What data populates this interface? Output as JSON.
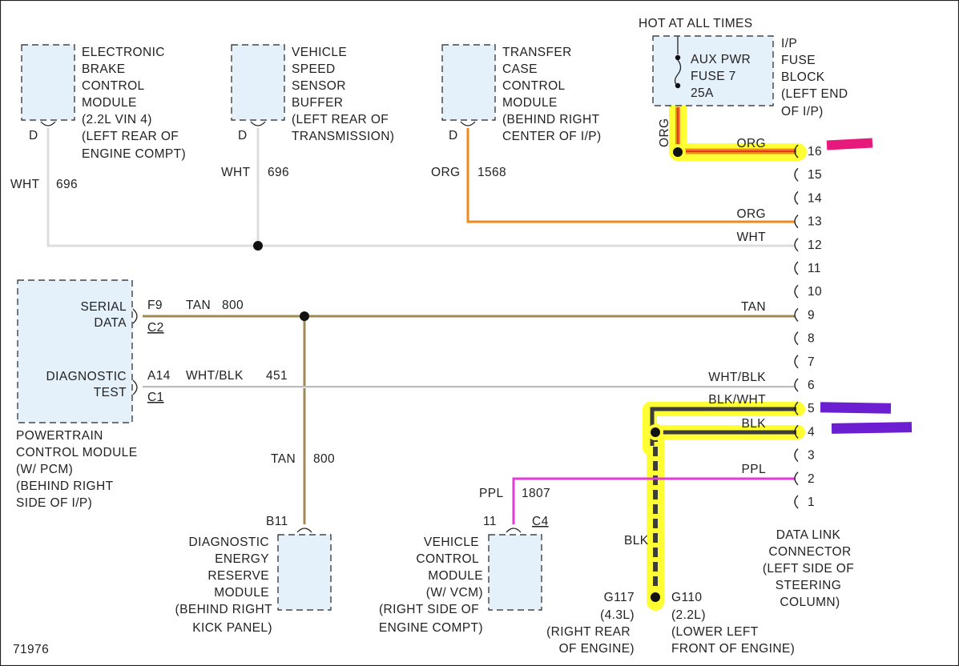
{
  "diagram_number": "71976",
  "modules": {
    "ebcm": {
      "lines": [
        "ELECTRONIC",
        "BRAKE",
        "CONTROL",
        "MODULE",
        "(2.2L VIN 4)",
        "(LEFT REAR OF",
        "ENGINE COMPT)"
      ],
      "pin": "D"
    },
    "vssb": {
      "lines": [
        "VEHICLE",
        "SPEED",
        "SENSOR",
        "BUFFER",
        "(LEFT REAR OF",
        "TRANSMISSION)"
      ],
      "pin": "D"
    },
    "tccm": {
      "lines": [
        "TRANSFER",
        "CASE",
        "CONTROL",
        "MODULE",
        "(BEHIND RIGHT",
        "CENTER OF I/P)"
      ],
      "pin": "D"
    },
    "fuse": {
      "header": "HOT AT ALL TIMES",
      "lines": [
        "AUX PWR",
        "FUSE 7",
        "25A"
      ],
      "block_lines": [
        "I/P",
        "FUSE",
        "BLOCK",
        "(LEFT END",
        "OF I/P)"
      ]
    },
    "pcm": {
      "serial_label": [
        "SERIAL",
        "DATA"
      ],
      "serial_pin": "F9",
      "serial_conn": "C2",
      "diag_label": [
        "DIAGNOSTIC",
        "TEST"
      ],
      "diag_pin": "A14",
      "diag_conn": "C1",
      "lines": [
        "POWERTRAIN",
        "CONTROL MODULE",
        "(W/ PCM)",
        "(BEHIND RIGHT",
        "SIDE OF I/P)"
      ]
    },
    "derm": {
      "lines": [
        "DIAGNOSTIC",
        "ENERGY",
        "RESERVE",
        "MODULE",
        "(BEHIND RIGHT",
        "KICK PANEL)"
      ],
      "pin": "B11"
    },
    "vcm": {
      "lines": [
        "VEHICLE",
        "CONTROL",
        "MODULE",
        "(W/ VCM)",
        "(RIGHT SIDE OF",
        "ENGINE COMPT)"
      ],
      "pin": "11",
      "conn": "C4"
    },
    "dlc": {
      "lines": [
        "DATA LINK",
        "CONNECTOR",
        "(LEFT SIDE OF",
        "STEERING",
        "COLUMN)"
      ],
      "pins": [
        "16",
        "15",
        "14",
        "13",
        "12",
        "11",
        "10",
        "9",
        "8",
        "7",
        "6",
        "5",
        "4",
        "3",
        "2",
        "1"
      ]
    }
  },
  "wires": {
    "ebcm": {
      "color": "WHT",
      "circuit": "696"
    },
    "vssb": {
      "color": "WHT",
      "circuit": "696"
    },
    "tccm": {
      "color": "ORG",
      "circuit": "1568"
    },
    "fuse_drop": {
      "color": "ORG"
    },
    "pin16": {
      "color": "ORG"
    },
    "pin13": {
      "color": "ORG"
    },
    "pin12": {
      "color": "WHT"
    },
    "serial": {
      "color": "TAN",
      "circuit": "800"
    },
    "pin9": {
      "color": "TAN"
    },
    "derm_drop": {
      "color": "TAN",
      "circuit": "800"
    },
    "diag": {
      "color": "WHT/BLK",
      "circuit": "451"
    },
    "pin6": {
      "color": "WHT/BLK"
    },
    "pin5": {
      "color": "BLK/WHT"
    },
    "pin4": {
      "color": "BLK"
    },
    "pin2": {
      "color": "PPL"
    },
    "vcm_drop": {
      "color": "PPL",
      "circuit": "1807"
    },
    "ground_drop": {
      "color": "BLK"
    }
  },
  "grounds": {
    "left": {
      "name": "G117",
      "engine": "(4.3L)",
      "location": [
        "(RIGHT REAR",
        "OF ENGINE)"
      ]
    },
    "right": {
      "name": "G110",
      "engine": "(2.2L)",
      "location": [
        "(LOWER LEFT",
        "FRONT OF ENGINE)"
      ]
    }
  },
  "colors": {
    "wht": "#dddddd",
    "org": "#f08a1c",
    "tan": "#9e8a52",
    "whtblk": "#c8c8c8",
    "blk": "#3d3d3d",
    "ppl": "#e23ad6",
    "highlight": "#ffff33",
    "module_fill": "#e4f0fa",
    "mark_pink": "#e8197d",
    "mark_purple": "#6b1fd1"
  }
}
